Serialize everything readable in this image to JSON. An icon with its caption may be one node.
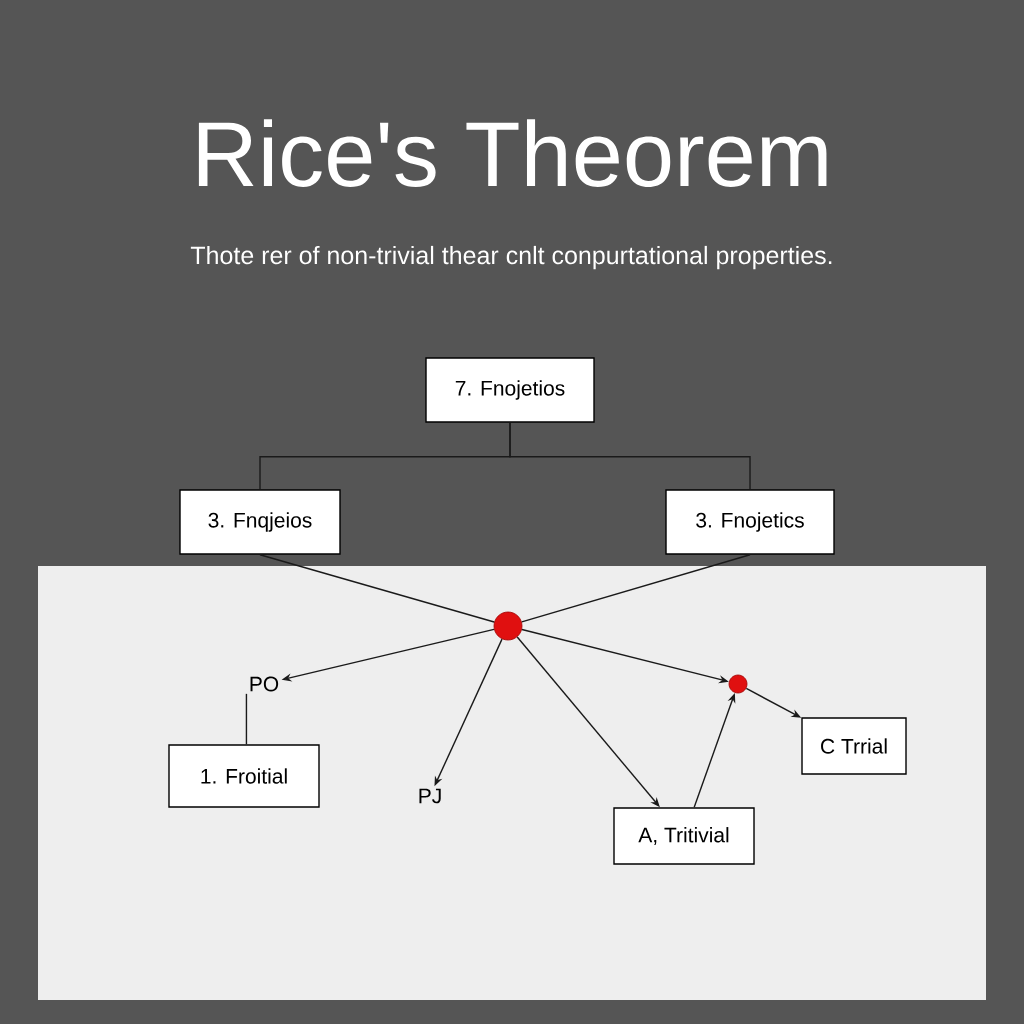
{
  "diagram": {
    "title": "Rice's Theorem",
    "nodes": [
      {
        "text": [
          "7. Fnojetios"
        ]
      },
      {
        "text": [
          "3. Fnqjeios"
        ]
      },
      {
        "text": [
          "3. Fnojetics"
        ]
      },
      {
        "text": [],
        "shape": "circle"
      },
      {
        "text": [
          "PO"
        ]
      },
      {
        "text": [],
        "shape": "circle"
      },
      {
        "text": [
          "C Trrial"
        ]
      },
      {
        "text": [
          "1. Froitial"
        ]
      },
      {
        "text": [
          "PJ"
        ]
      },
      {
        "text": [
          "A, Tritivial"
        ]
      }
    ],
    "edges": [
      {
        "from": 0,
        "to": 1,
        "arrow": "none"
      },
      {
        "from": 0,
        "to": 2,
        "arrow": "none"
      },
      {
        "from": 1,
        "to": 3,
        "arrow": "none"
      },
      {
        "from": 2,
        "to": 3,
        "arrow": "none"
      },
      {
        "from": 3,
        "to": 4,
        "arrow": "to"
      },
      {
        "from": 3,
        "to": 8,
        "arrow": "to"
      },
      {
        "from": 3,
        "to": 9,
        "arrow": "to"
      },
      {
        "from": 3,
        "to": 5,
        "arrow": "to"
      },
      {
        "from": 4,
        "to": 7,
        "arrow": "none"
      },
      {
        "from": 9,
        "to": 5,
        "arrow": "to"
      },
      {
        "from": 5,
        "to": 6,
        "arrow": "to"
      }
    ],
    "labels": [
      "Thote rer of non-trivial thear cnlt conpurtational properties."
    ]
  }
}
